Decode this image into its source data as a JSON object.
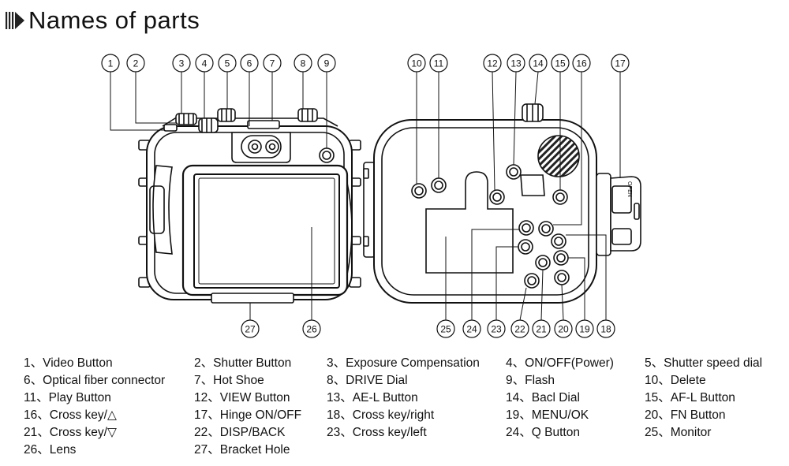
{
  "title": "Names of parts",
  "callouts": [
    "1",
    "2",
    "3",
    "4",
    "5",
    "6",
    "7",
    "8",
    "9",
    "10",
    "11",
    "12",
    "13",
    "14",
    "15",
    "16",
    "17",
    "18",
    "19",
    "20",
    "21",
    "22",
    "23",
    "24",
    "25",
    "26",
    "27"
  ],
  "camera_labels": {
    "open": "OPEN"
  },
  "legend": [
    {
      "num": "1",
      "sep": "、",
      "name": "Video Button"
    },
    {
      "num": "2",
      "sep": "、",
      "name": "Shutter Button"
    },
    {
      "num": "3",
      "sep": "、",
      "name": "Exposure Compensation"
    },
    {
      "num": "4",
      "sep": "、",
      "name": "ON/OFF(Power)"
    },
    {
      "num": "5",
      "sep": "、",
      "name": "Shutter speed dial"
    },
    {
      "num": "6",
      "sep": "、",
      "name": "Optical fiber connector"
    },
    {
      "num": "7",
      "sep": "、",
      "name": "Hot Shoe"
    },
    {
      "num": "8",
      "sep": "、",
      "name": "DRIVE Dial"
    },
    {
      "num": "9",
      "sep": "、",
      "name": "Flash"
    },
    {
      "num": "10",
      "sep": "、",
      "name": "Delete"
    },
    {
      "num": "11",
      "sep": "、",
      "name": "Play Button"
    },
    {
      "num": "12",
      "sep": "、",
      "name": "VIEW Button"
    },
    {
      "num": "13",
      "sep": "、",
      "name": "AE-L Button"
    },
    {
      "num": "14",
      "sep": "、",
      "name": "Bacl Dial"
    },
    {
      "num": "15",
      "sep": "、",
      "name": "AF-L Button"
    },
    {
      "num": "16",
      "sep": "、",
      "name": "Cross key/△"
    },
    {
      "num": "17",
      "sep": "、",
      "name": "Hinge ON/OFF"
    },
    {
      "num": "18",
      "sep": "、",
      "name": "Cross key/right"
    },
    {
      "num": "19",
      "sep": "、",
      "name": "MENU/OK"
    },
    {
      "num": "20",
      "sep": "、",
      "name": "FN Button"
    },
    {
      "num": "21",
      "sep": "、",
      "name": "Cross key/▽"
    },
    {
      "num": "22",
      "sep": "、",
      "name": "DISP/BACK"
    },
    {
      "num": "23",
      "sep": "、",
      "name": "Cross key/left"
    },
    {
      "num": "24",
      "sep": "、",
      "name": "Q Button"
    },
    {
      "num": "25",
      "sep": "、",
      "name": "Monitor"
    },
    {
      "num": "26",
      "sep": "、",
      "name": "Lens"
    },
    {
      "num": "27",
      "sep": "、",
      "name": "Bracket Hole"
    }
  ]
}
